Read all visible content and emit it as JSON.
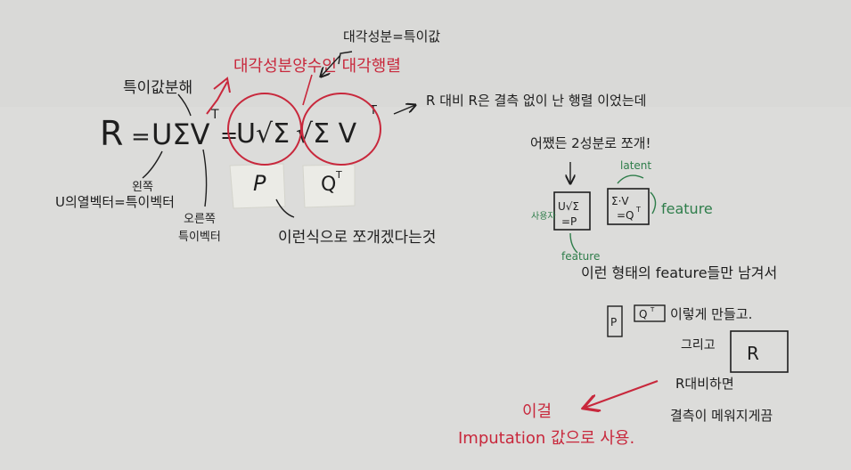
{
  "colors": {
    "paper": "#dcdcda",
    "ink_black": "#1e1e1e",
    "ink_red": "#c8283c",
    "ink_green": "#2e7d4a"
  },
  "formula": {
    "r": "R",
    "eq1": "=",
    "usv": "UΣV",
    "t1": "T",
    "eq2": "=",
    "u_sqrt_sigma": "U√Σ",
    "sqrt_sigma_v": "√Σ V",
    "t2": "T"
  },
  "labels": {
    "eigen_decomp": "특이값분해",
    "diag_sqrt": "대각성분양수인 대각행렬",
    "diag_eq": "대각성분=특이값",
    "p": "P",
    "qt_q": "Q",
    "qt_t": "T",
    "left_vec": "U의열벡터=특이벡터",
    "left_sing": "왼쪽",
    "right_vec1": "오른쪽",
    "right_vec2": "특이벡터",
    "split": "이런식으로 쪼개겠다는것",
    "r_note": "R 대비 R은 결측 없이 난 행렬 이었는데",
    "anyhow": "어쨌든 2성분로 쪼개!",
    "u_sigma_box": "U√Σ",
    "u_sigma_p": "=P",
    "sigma_v_box": "Σ·V",
    "sigma_v_qt": "=Q",
    "sigma_v_t": "T",
    "latent": "latent",
    "feature_right": "feature",
    "feature_left": "feature",
    "user_label": "사용자",
    "this_feature": "이런 형태의 feature들만 남겨서",
    "p_small": "P",
    "qt_small": "Q",
    "qt_small_t": "T",
    "make_these": "이렇게 만들고.",
    "then": "그리고",
    "r_box": "R",
    "restore1": "R대비하면",
    "restore2": "결측이 메워지게끔",
    "red_use1": "이걸",
    "red_use2": "Imputation 값으로 사용."
  }
}
